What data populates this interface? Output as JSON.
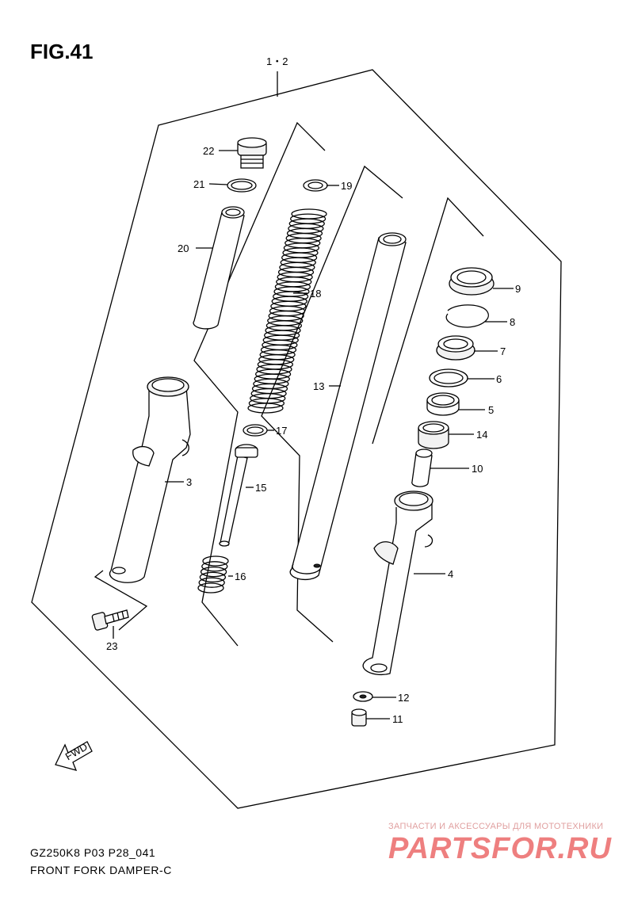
{
  "figure": {
    "title": "FIG.41",
    "model_code": "GZ250K8 P03 P28_041",
    "caption": "FRONT FORK DAMPER-C",
    "assembly_label": "1・2",
    "fwd_label": "FWD"
  },
  "watermark": {
    "subtitle": "ЗАПЧАСТИ И АКСЕССУАРЫ ДЛЯ МОТОТЕХНИКИ",
    "brand": "PARTSFOR.RU"
  },
  "parts": {
    "p2": "2",
    "p3": "3",
    "p4": "4",
    "p5": "5",
    "p6": "6",
    "p7": "7",
    "p8": "8",
    "p9": "9",
    "p10": "10",
    "p11": "11",
    "p12": "12",
    "p13": "13",
    "p14": "14",
    "p15": "15",
    "p16": "16",
    "p17": "17",
    "p18": "18",
    "p19": "19",
    "p20": "20",
    "p21": "21",
    "p22": "22",
    "p23": "23"
  }
}
